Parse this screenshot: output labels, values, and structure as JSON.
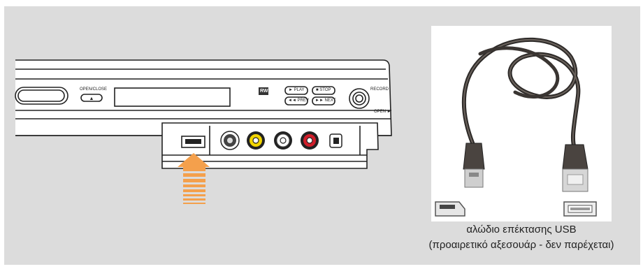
{
  "device": {
    "button_open_close": "OPEN/CLOSE",
    "button_play": "► PLAY",
    "button_stop": "■ STOP",
    "button_prev": "◄◄ PREV",
    "button_next": "►► NEXT",
    "button_record": "RECORD",
    "label_open": "OPEN ►",
    "rw_logo": "RW"
  },
  "caption": {
    "line1": "αλώδιο επέκτασης USB",
    "line2": "(προαιρετικό αξεσουάρ - δεν παρέχεται)"
  },
  "colors": {
    "panel_background": "#dcdcdc",
    "arrow": "#f4a04c",
    "jack_yellow": "#f2d500",
    "jack_red": "#d11e2a",
    "jack_white": "#ffffff"
  }
}
